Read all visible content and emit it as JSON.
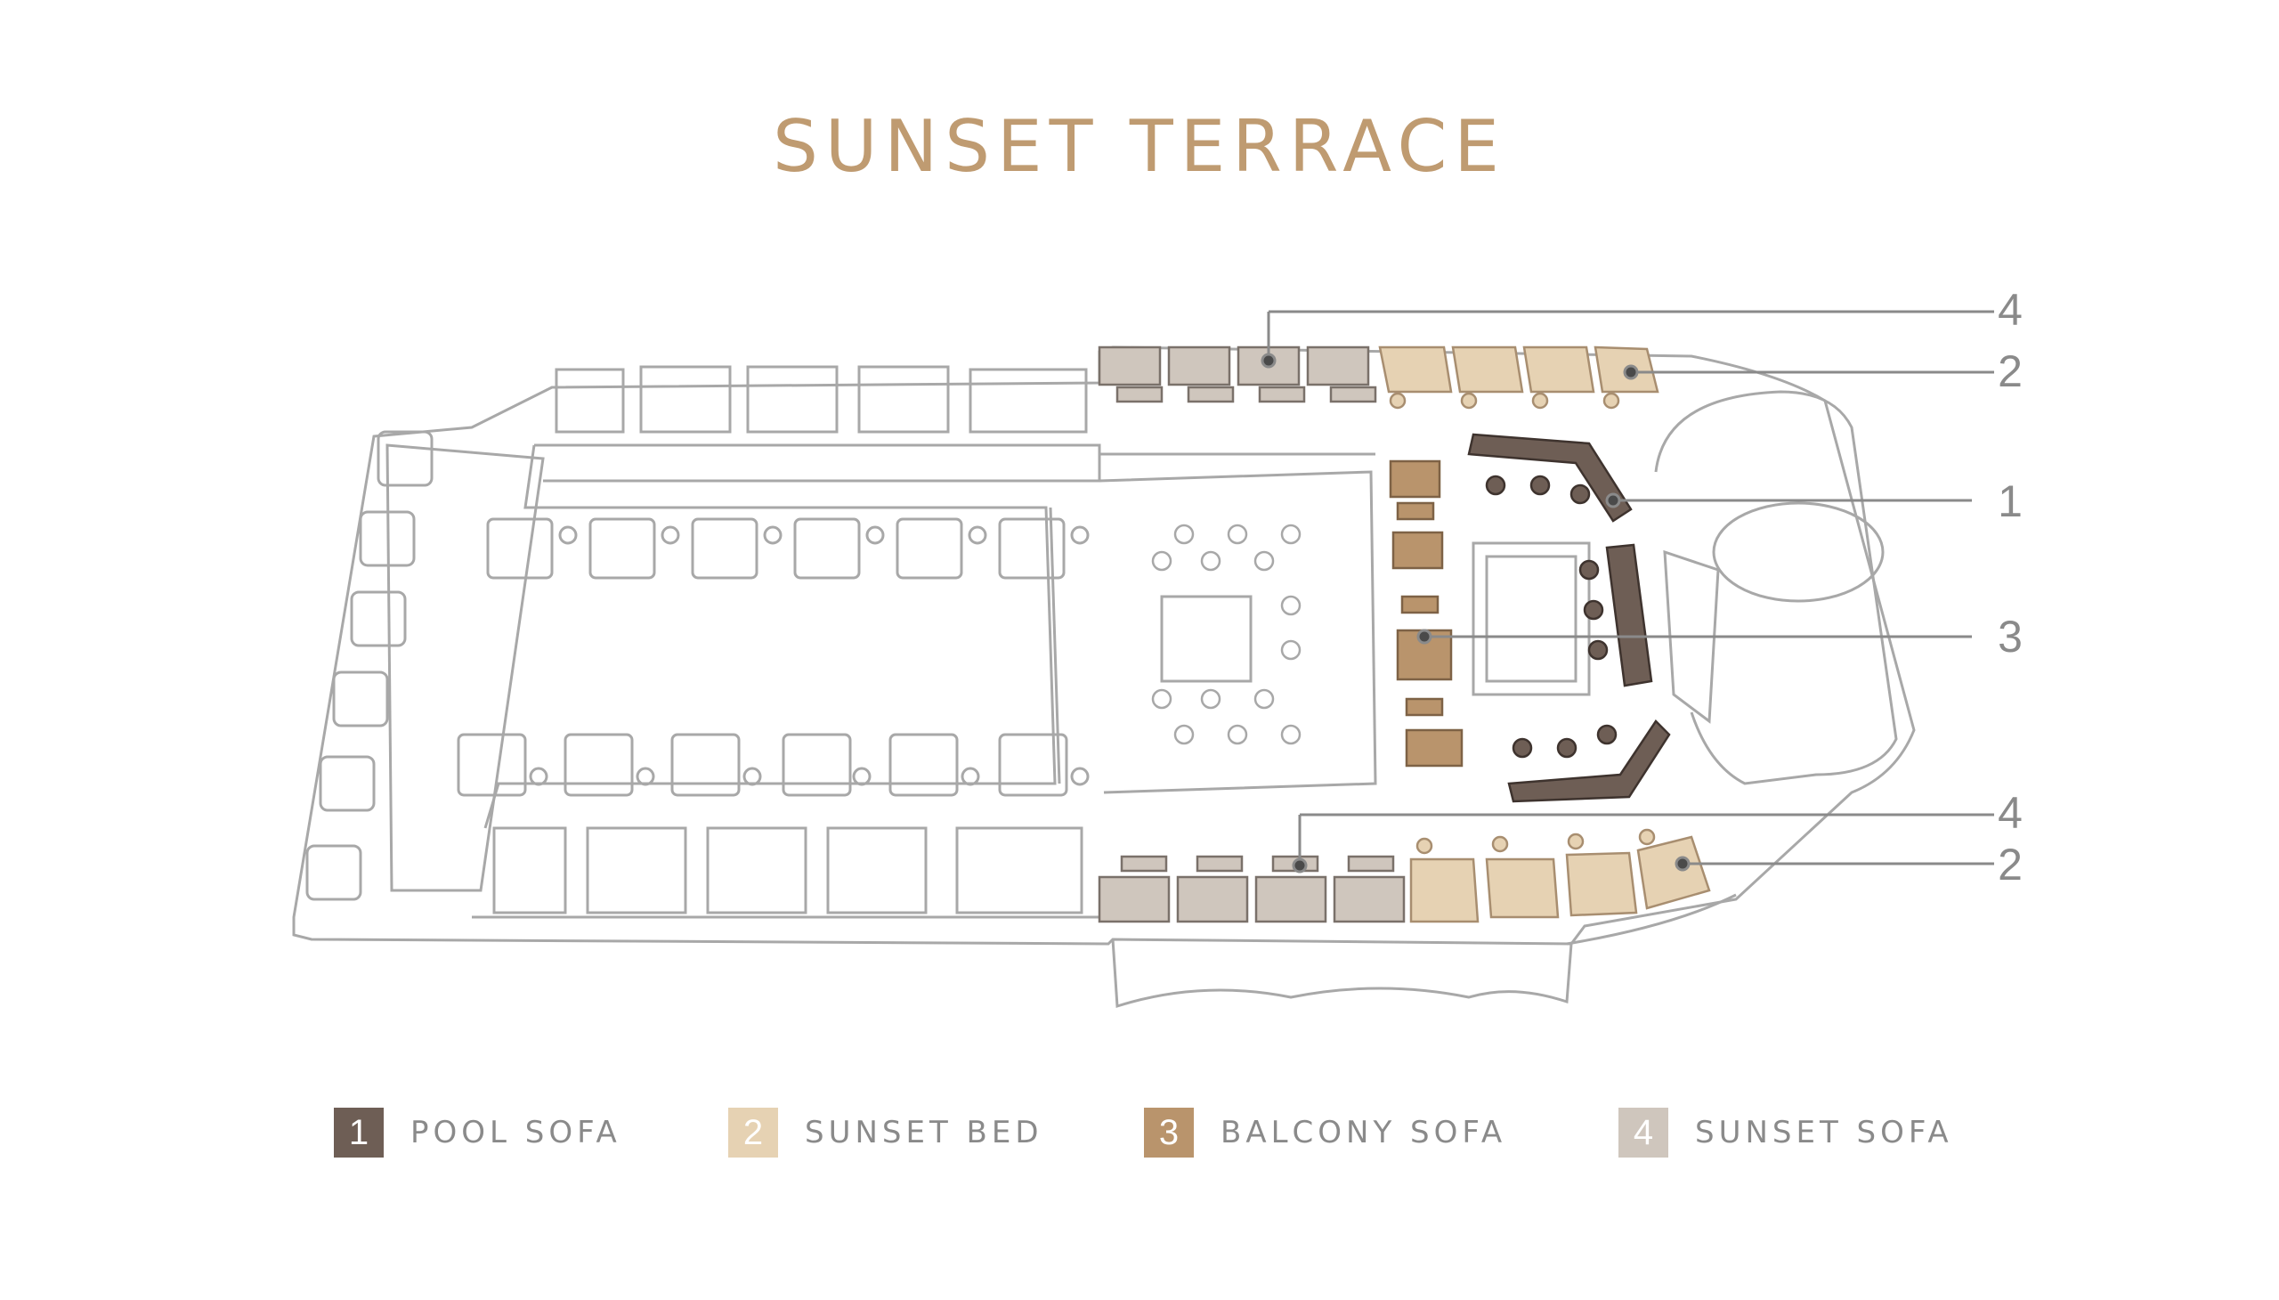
{
  "title": "SUNSET TERRACE",
  "colors": {
    "pool_sofa": "#6e5e55",
    "sunset_bed": "#e6d2b3",
    "balcony_sofa": "#b9946c",
    "sunset_sofa": "#cfc6bd",
    "outline": "#9a9a9a",
    "title": "#bf9b71",
    "callout_text": "#8a8a8a"
  },
  "callouts": [
    {
      "number": "4",
      "icon": "sunset-sofa"
    },
    {
      "number": "2",
      "icon": "sunset-bed"
    },
    {
      "number": "1",
      "icon": "pool-sofa"
    },
    {
      "number": "3",
      "icon": "balcony-sofa"
    },
    {
      "number": "4",
      "icon": "sunset-sofa"
    },
    {
      "number": "2",
      "icon": "sunset-bed"
    }
  ],
  "legend": [
    {
      "number": "1",
      "label": "POOL SOFA",
      "color": "#6e5e55"
    },
    {
      "number": "2",
      "label": "SUNSET BED",
      "color": "#e6d2b3"
    },
    {
      "number": "3",
      "label": "BALCONY SOFA",
      "color": "#b9946c"
    },
    {
      "number": "4",
      "label": "SUNSET SOFA",
      "color": "#cfc6bd"
    }
  ]
}
